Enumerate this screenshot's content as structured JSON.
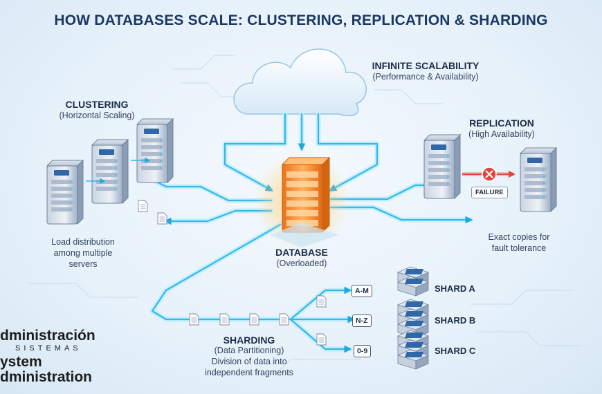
{
  "title": "HOW DATABASES SCALE: CLUSTERING, REPLICATION & SHARDING",
  "cloud": {
    "heading": "INFINITE SCALABILITY",
    "sub": "(Performance & Availability)"
  },
  "clustering": {
    "heading": "CLUSTERING",
    "sub": "(Horizontal Scaling)",
    "desc_lines": [
      "Load distribution",
      "among multiple",
      "servers"
    ]
  },
  "database": {
    "heading": "DATABASE",
    "sub": "(Overloaded)"
  },
  "replication": {
    "heading": "REPLICATION",
    "sub": "(High Availability)",
    "failure": "FAILURE",
    "desc_lines": [
      "Exact copies for",
      "fault tolerance"
    ]
  },
  "sharding": {
    "heading": "SHARDING",
    "sub": "(Data Partitioning)",
    "desc_lines": [
      "Division of data into",
      "independent fragments"
    ],
    "shards": [
      {
        "label": "SHARD A",
        "range": "A-M"
      },
      {
        "label": "SHARD B",
        "range": "N-Z"
      },
      {
        "label": "SHARD C",
        "range": "0-9"
      }
    ]
  },
  "watermark": {
    "line1": "dministración",
    "line2": "SISTEMAS",
    "line3": "ystem",
    "line4": "dministration"
  },
  "colors": {
    "flow": "#3ec3ee",
    "db": "#f08a2a",
    "server": "#8fa3bd",
    "accent": "#1b3762",
    "failure_x": "#e0463c"
  }
}
